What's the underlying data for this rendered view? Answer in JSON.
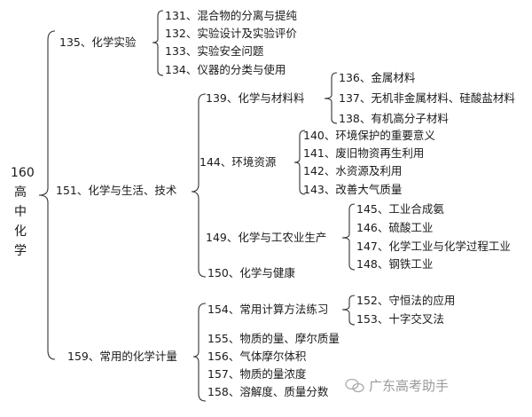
{
  "root": {
    "number": "160",
    "chars": [
      "高",
      "中",
      "化",
      "学"
    ]
  },
  "branches": {
    "b135": {
      "label": "135、化学实验",
      "children": [
        "131、混合物的分离与提纯",
        "132、实验设计及实验评价",
        "133、实验安全问题",
        "134、仪器的分类与使用"
      ]
    },
    "b151": {
      "label": "151、化学与生活、技术",
      "b139": {
        "label": "139、化学与材料料",
        "children": [
          "136、金属材料",
          "137、无机非金属材料、硅酸盐材料",
          "138、有机高分子材料"
        ]
      },
      "b144": {
        "label": "144、环境资源",
        "children": [
          "140、环境保护的重要意义",
          "141、废旧物资再生利用",
          "142、水资源及利用",
          "143、改善大气质量"
        ]
      },
      "b149": {
        "label": "149、化学与工农业生产",
        "children": [
          "145、工业合成氨",
          "146、硫酸工业",
          "147、化学工业与化学过程工业",
          "148、钢铁工业"
        ]
      },
      "b150": {
        "label": "150、化学与健康"
      }
    },
    "b159": {
      "label": "159、常用的化学计量",
      "b154": {
        "label": "154、常用计算方法练习",
        "children": [
          "152、守恒法的应用",
          "153、十字交叉法"
        ]
      },
      "others": [
        "155、物质的量、摩尔质量",
        "156、气体摩尔体积",
        "157、物质的量浓度",
        "158、溶解度、质量分数"
      ]
    }
  },
  "watermark": "广东高考助手"
}
